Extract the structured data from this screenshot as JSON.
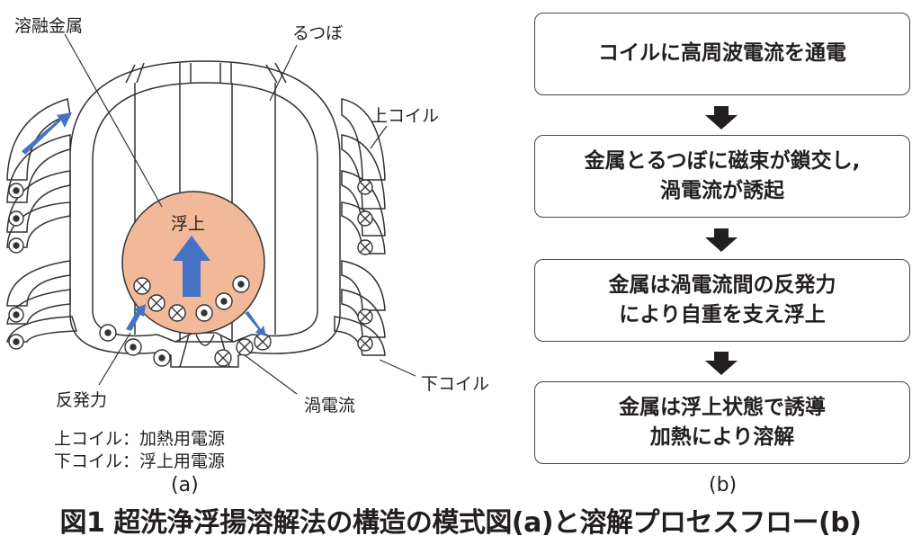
{
  "diagram_a": {
    "labels": {
      "molten_metal": "溶融金属",
      "crucible": "るつぼ",
      "upper_coil": "上コイル",
      "lower_coil": "下コイル",
      "levitation": "浮上",
      "reaction_force": "反発力",
      "eddy_current": "渦電流"
    },
    "legend": {
      "line1": "上コイル：加熱用電源",
      "line2": "下コイル：浮上用電源"
    },
    "colors": {
      "metal": "#f1b999",
      "arrow": "#4472c4"
    }
  },
  "diagram_b": {
    "steps": [
      {
        "line1": "コイルに高周波電流を通電",
        "line2": ""
      },
      {
        "line1": "金属とるつぼに磁束が鎖交し,",
        "line2": "渦電流が誘起"
      },
      {
        "line1": "金属は渦電流間の反発力",
        "line2": "により自重を支え浮上"
      },
      {
        "line1": "金属は浮上状態で誘導",
        "line2": "加熱により溶解"
      }
    ]
  },
  "sublabels": {
    "a": "(a)",
    "b": "(b)"
  },
  "caption": "図1 超洗浄浮揚溶解法の構造の模式図(a)と溶解プロセスフロー(b)"
}
